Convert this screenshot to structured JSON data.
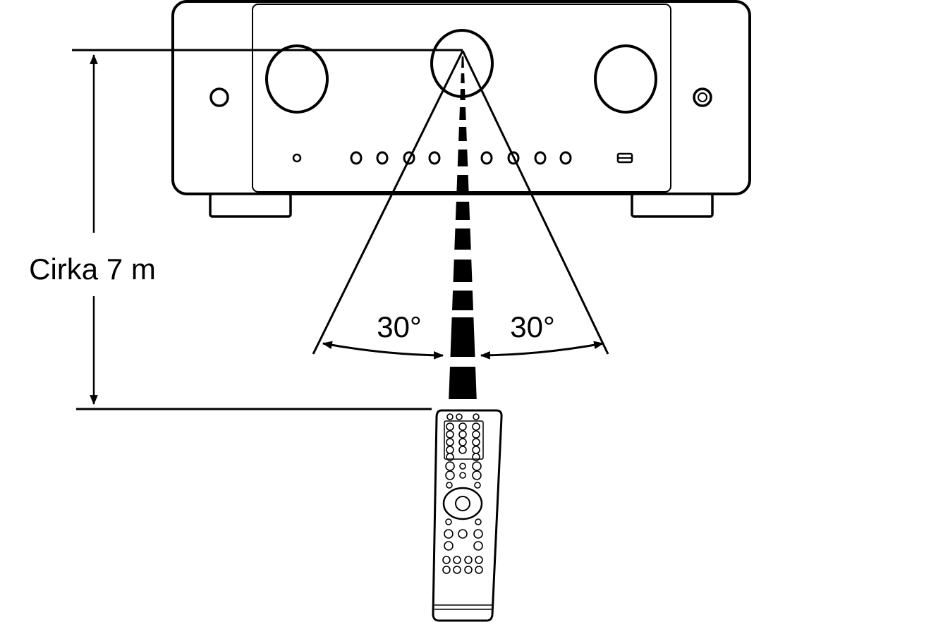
{
  "labels": {
    "distance": "Cirka 7 m",
    "angle_left": "30°",
    "angle_right": "30°"
  },
  "colors": {
    "ink": "#000000",
    "paper": "#ffffff"
  }
}
